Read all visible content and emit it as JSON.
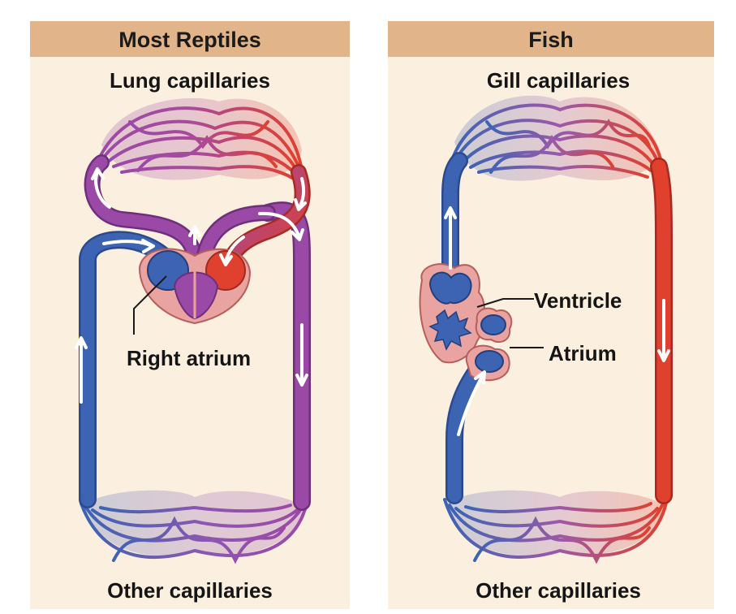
{
  "panels": [
    {
      "title": "Most Reptiles",
      "top_label": "Lung capillaries",
      "bottom_label": "Other capillaries",
      "heart_label": "Right atrium"
    },
    {
      "title": "Fish",
      "top_label": "Gill capillaries",
      "bottom_label": "Other capillaries",
      "ventricle_label": "Ventricle",
      "atrium_label": "Atrium"
    }
  ],
  "colors": {
    "oxygen_poor": "#3d63b3",
    "oxygen_rich": "#e0402e",
    "mixed": "#9a4aa6",
    "heart_tissue": "#e9a3a0",
    "panel_bg": "#fbf0e0",
    "header_bg": "#e2b48a"
  },
  "icons": [
    "flow-arrow-icon"
  ]
}
